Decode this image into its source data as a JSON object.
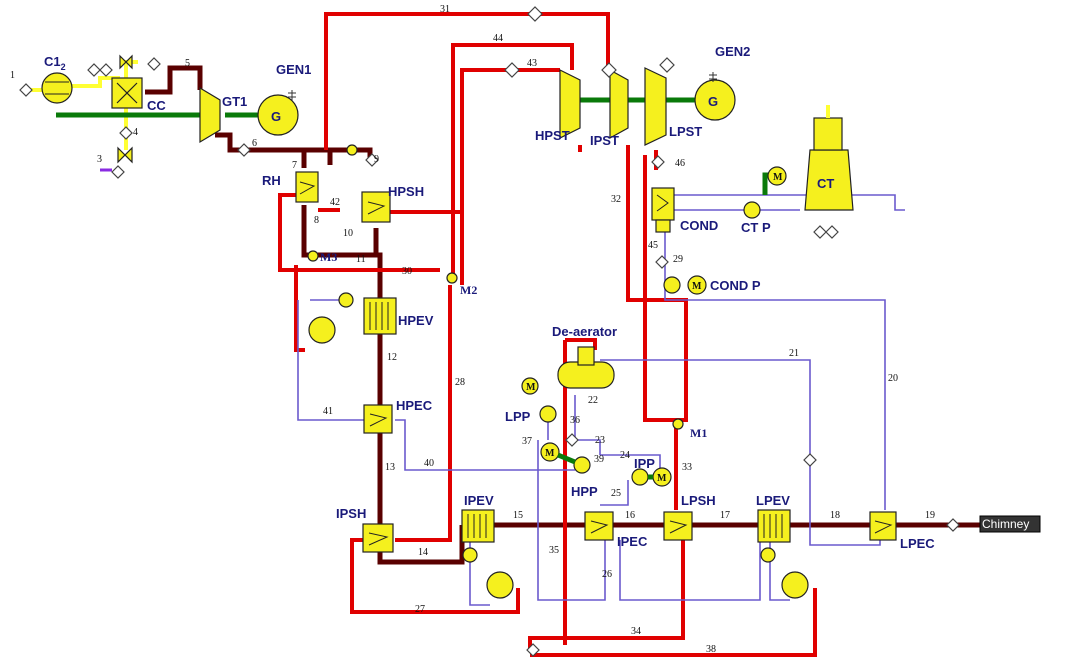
{
  "labels": {
    "c1": "C1",
    "c1_sub": "2",
    "cc": "CC",
    "gt1": "GT1",
    "gen1": "GEN1",
    "gen2": "GEN2",
    "g1": "G",
    "g2": "G",
    "hpst": "HPST",
    "ipst": "IPST",
    "lpst": "LPST",
    "rh": "RH",
    "hpsh": "HPSH",
    "hpev": "HPEV",
    "hpec": "HPEC",
    "ipsh": "IPSH",
    "ipev": "IPEV",
    "ipec": "IPEC",
    "lpsh": "LPSH",
    "lpev": "LPEV",
    "lpec": "LPEC",
    "deaerator": "De-aerator",
    "lpp": "LPP",
    "hpp": "HPP",
    "ipp": "IPP",
    "cond": "COND",
    "condp": "COND P",
    "ct": "CT",
    "ctp": "CT P",
    "chimney": "Chimney",
    "m1": "M1",
    "m2": "M2",
    "m3": "M3",
    "motor": "M"
  },
  "streams": [
    "1",
    "3",
    "4",
    "5",
    "6",
    "7",
    "8",
    "9",
    "10",
    "11",
    "12",
    "13",
    "14",
    "15",
    "16",
    "17",
    "18",
    "19",
    "20",
    "21",
    "22",
    "23",
    "24",
    "25",
    "26",
    "27",
    "28",
    "29",
    "30",
    "31",
    "32",
    "33",
    "34",
    "35",
    "36",
    "37",
    "38",
    "39",
    "40",
    "41",
    "42",
    "43",
    "44",
    "45",
    "46"
  ],
  "colors": {
    "hot_steam": "#e00000",
    "flue_gas": "#5a0000",
    "water": "#6a5acd",
    "shaft": "#0a7a0a",
    "air_fuel": "#ffff33",
    "equipment": "#f5f01e"
  }
}
